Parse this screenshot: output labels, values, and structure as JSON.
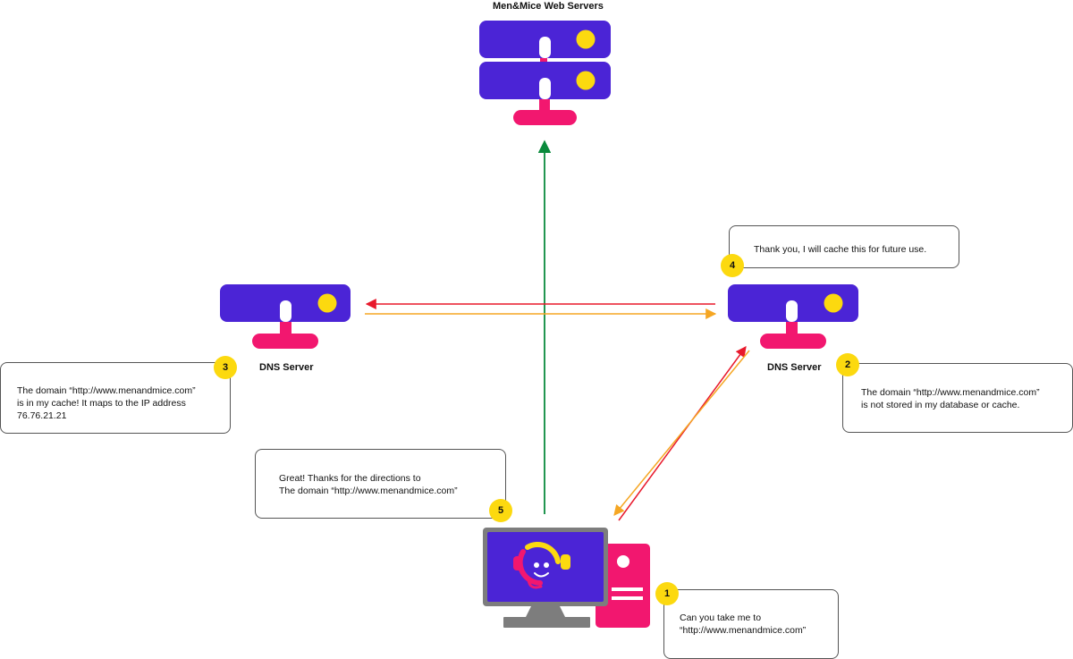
{
  "labels": {
    "web_servers": "Men&Mice Web Servers",
    "dns_left": "DNS Server",
    "dns_right": "DNS Server"
  },
  "bubbles": {
    "b4": {
      "badge": "4",
      "lines": [
        "Thank you, I will cache this for future use."
      ]
    },
    "b3": {
      "badge": "3",
      "lines": [
        "The domain “http://www.menandmice.com”",
        "is in my cache! It maps to the IP address",
        "76.76.21.21"
      ]
    },
    "b2": {
      "badge": "2",
      "lines": [
        "The domain “http://www.menandmice.com”",
        "is not stored in my database or cache."
      ]
    },
    "b5": {
      "badge": "5",
      "lines": [
        "Great! Thanks for the directions to",
        "The domain “http://www.menandmice.com”"
      ]
    },
    "b1": {
      "badge": "1",
      "lines": [
        "Can you take me to",
        "“http://www.menandmice.com”"
      ]
    }
  },
  "colors": {
    "server_purple": "#4b24d6",
    "stand_pink": "#f2176f",
    "indicator_yellow": "#fcd90f",
    "arrow_green": "#0a8a3c",
    "arrow_red": "#e8192c",
    "arrow_orange": "#f5a623",
    "monitor_gray": "#7d7d7d"
  }
}
